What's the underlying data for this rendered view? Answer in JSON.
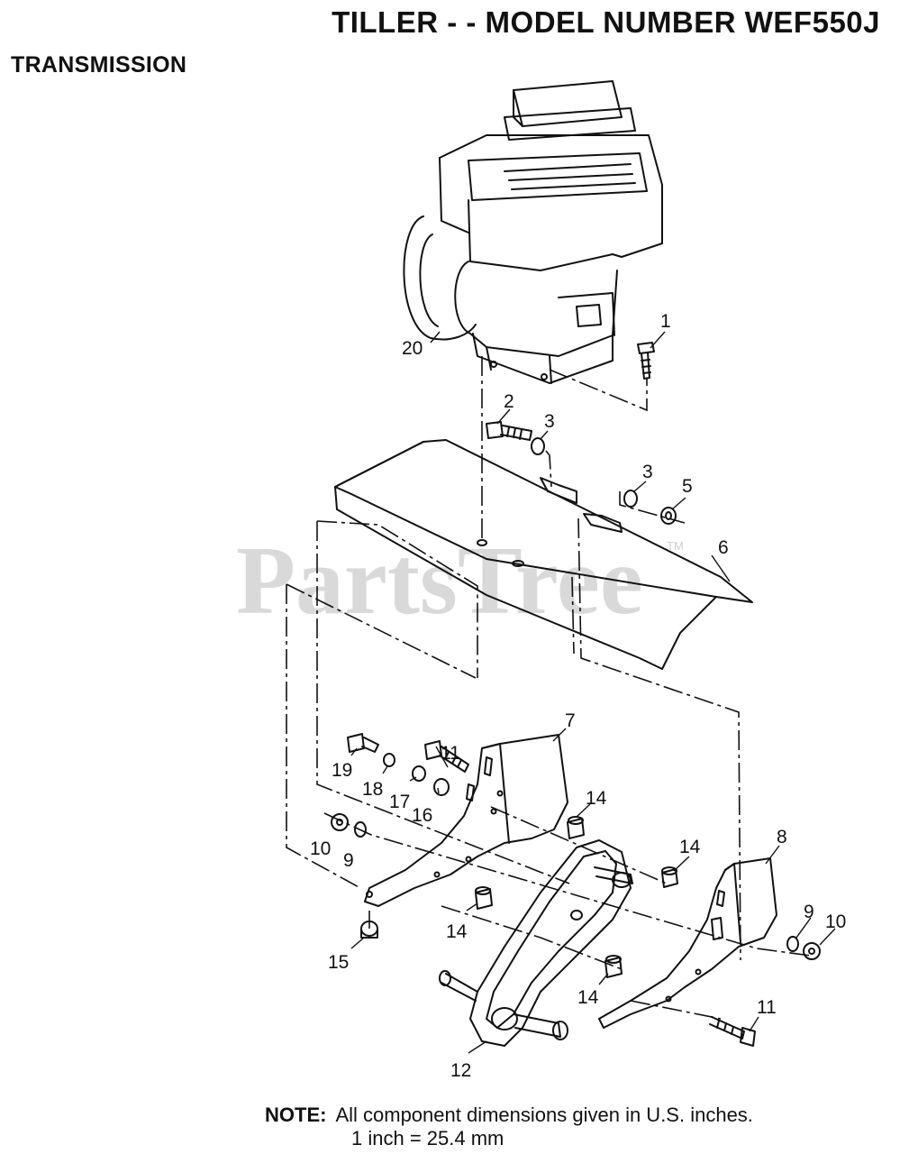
{
  "header": {
    "title": "TILLER - - MODEL NUMBER WEF550J",
    "section": "TRANSMISSION"
  },
  "watermark": {
    "text": "PartsTree",
    "trademark": "TM"
  },
  "callouts": {
    "c1": "1",
    "c2": "2",
    "c3a": "3",
    "c3b": "3",
    "c5": "5",
    "c6": "6",
    "c7": "7",
    "c8": "8",
    "c9a": "9",
    "c9b": "9",
    "c10a": "10",
    "c10b": "10",
    "c11a": "11",
    "c11b": "11",
    "c12": "12",
    "c14a": "14",
    "c14b": "14",
    "c14c": "14",
    "c14d": "14",
    "c15": "15",
    "c16": "16",
    "c17": "17",
    "c18": "18",
    "c19": "19",
    "c20": "20"
  },
  "note": {
    "label": "NOTE:",
    "line1": "All component dimensions given in U.S. inches.",
    "line2": "1 inch = 25.4 mm"
  }
}
